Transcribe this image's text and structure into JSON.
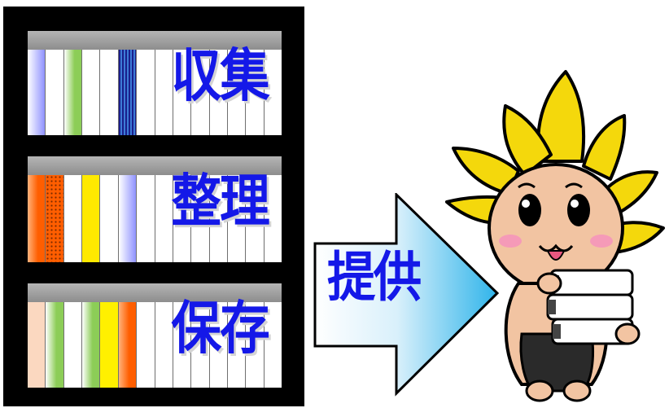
{
  "shelves": [
    {
      "label": "収集",
      "books": [
        "#a6a8ff",
        "#ffffff",
        "#8ccd57",
        "#ffffff",
        "#ffffff",
        "stripes-blue",
        "#ffffff",
        "#ffffff",
        "#ffffff",
        "#ffffff",
        "#ffffff",
        "#ffffff",
        "#ffffff",
        "#ffffff"
      ]
    },
    {
      "label": "整理",
      "books": [
        "#ff5e00",
        "dots-orange",
        "#ffffff",
        "#ffe900",
        "#ffffff",
        "#a6a8ff",
        "#ffffff",
        "#ffffff",
        "#ffffff",
        "#ffffff",
        "#ffffff",
        "#ffffff",
        "#ffffff",
        "#ffffff"
      ]
    },
    {
      "label": "保存",
      "books": [
        "#fbd8c0",
        "#8ccd57",
        "#ffffff",
        "#8ccd57",
        "#fff000",
        "#ff5e00",
        "#ffffff",
        "#ffffff",
        "#ffffff",
        "#ffffff",
        "#ffffff",
        "#ffffff",
        "#ffffff",
        "#ffffff"
      ]
    }
  ],
  "arrow": {
    "label": "提供",
    "gradient_from": "#ffffff",
    "gradient_to": "#2fb4ea"
  },
  "mascot": {
    "hair_color": "#f4d80c",
    "skin_color": "#f2c4a2",
    "icon": "book-mascot"
  },
  "colors": {
    "label_blue": "#1418e8",
    "cabinet": "#000000"
  }
}
